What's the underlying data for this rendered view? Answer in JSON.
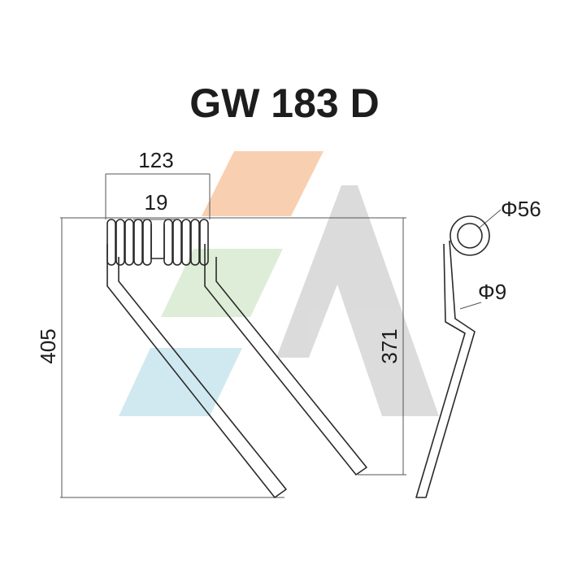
{
  "title": "GW 183 D",
  "dimensions": {
    "overall_width": "123",
    "inner_gap": "19",
    "total_height": "405",
    "leg_height": "371",
    "coil_diameter": "Φ56",
    "wire_diameter": "Φ9"
  },
  "colors": {
    "line": "#2a2a2a",
    "dim_line": "#555555",
    "watermark_orange": "#f7c9a8",
    "watermark_green": "#d9ead0",
    "watermark_blue": "#c9e6ee",
    "watermark_grey": "#d6d6d6"
  }
}
